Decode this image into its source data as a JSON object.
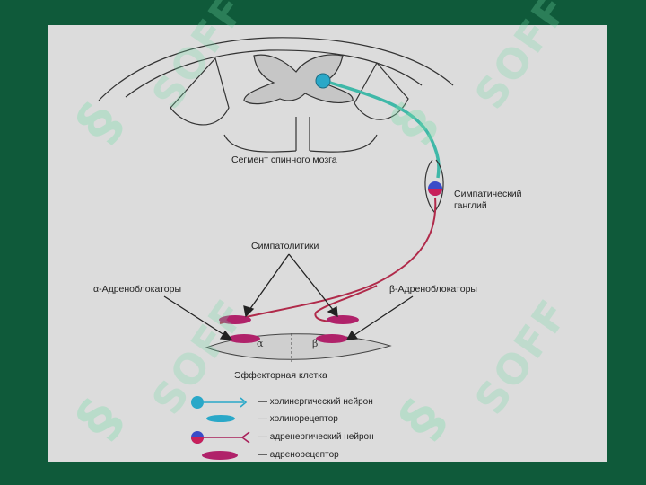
{
  "labels": {
    "spinal_segment": "Сегмент спинного мозга",
    "sympathetic_ganglion_line1": "Симпатический",
    "sympathetic_ganglion_line2": "ганглий",
    "sympatholytics": "Симпатолитики",
    "alpha_blockers": "α-Адреноблокаторы",
    "beta_blockers": "β-Адреноблокаторы",
    "effector_cell": "Эффекторная клетка",
    "alpha": "α",
    "beta": "β"
  },
  "legend": [
    {
      "icon": "cholinergic-neuron-icon",
      "text": "— холинергический нейрон"
    },
    {
      "icon": "cholinoreceptor-icon",
      "text": "— холинорецептор"
    },
    {
      "icon": "adrenergic-neuron-icon",
      "text": "— адренергический нейрон"
    },
    {
      "icon": "adrenoreceptor-icon",
      "text": "— адренорецептор"
    }
  ],
  "watermark": "SOFF",
  "colors": {
    "background": "#0f5a3a",
    "panel": "#dcdcdc",
    "cholinergic": "#2aa8c8",
    "adrenergic": "#a8205a",
    "receptor": "#b0226a",
    "nerve_fiber_teal": "#3fb8a8",
    "nerve_fiber_red": "#b02a4a"
  }
}
